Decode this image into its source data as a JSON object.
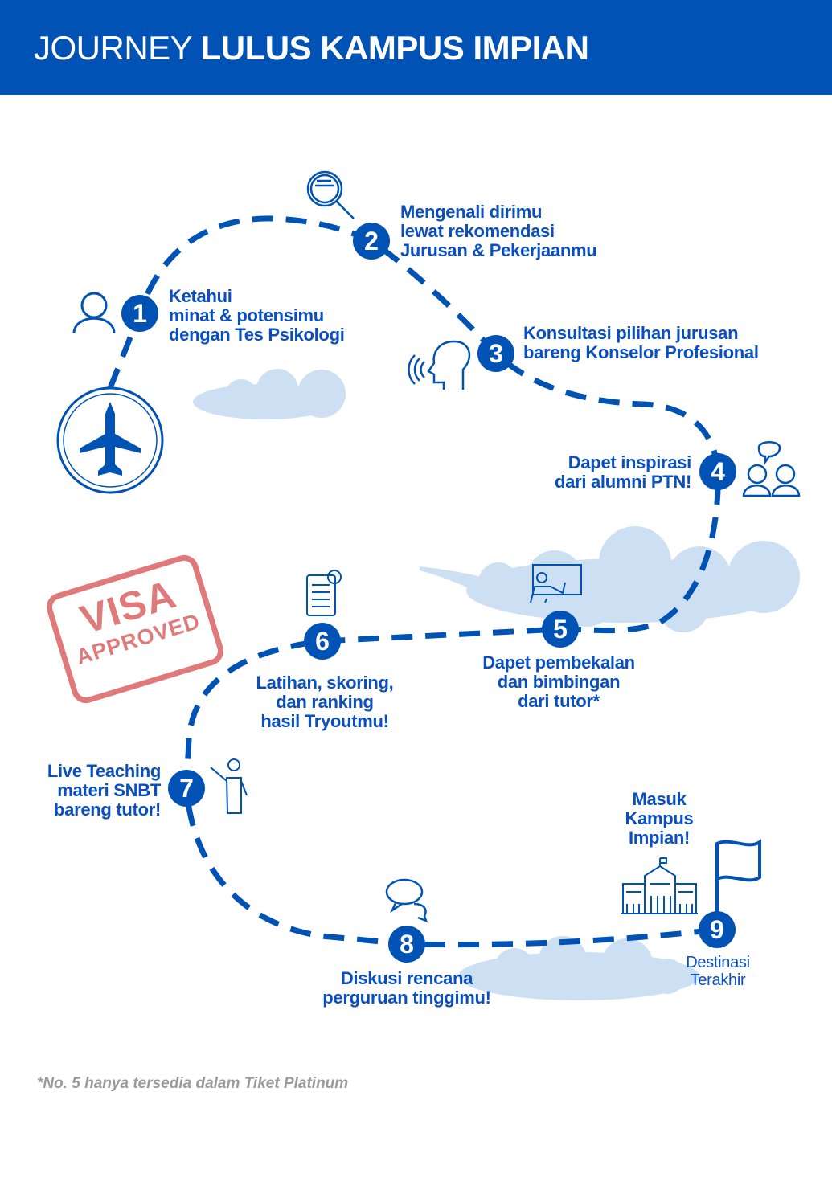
{
  "header": {
    "title_light": "JOURNEY",
    "title_bold": "LULUS KAMPUS IMPIAN"
  },
  "colors": {
    "primary": "#0052b4",
    "cloud": "#cde0f3",
    "stamp": "#e07a7a",
    "footnote": "#9a9a9a"
  },
  "stamp": {
    "line1": "VISA",
    "line2": "APPROVED"
  },
  "steps": [
    {
      "number": "1",
      "icon": "person-icon",
      "lines": [
        "Ketahui",
        "minat & potensimu",
        "dengan Tes Psikologi"
      ]
    },
    {
      "number": "2",
      "icon": "magnifier-icon",
      "lines": [
        "Mengenali dirimu",
        "lewat rekomendasi",
        "Jurusan & Pekerjaanmu"
      ]
    },
    {
      "number": "3",
      "icon": "speaking-head-icon",
      "lines": [
        "Konsultasi pilihan jurusan",
        "bareng Konselor Profesional"
      ]
    },
    {
      "number": "4",
      "icon": "alumni-chat-icon",
      "lines": [
        "Dapet inspirasi",
        "dari alumni PTN!"
      ]
    },
    {
      "number": "5",
      "icon": "teacher-board-icon",
      "lines": [
        "Dapet pembekalan",
        "dan bimbingan",
        "dari tutor*"
      ]
    },
    {
      "number": "6",
      "icon": "checklist-icon",
      "lines": [
        "Latihan, skoring,",
        "dan ranking",
        "hasil Tryoutmu!"
      ]
    },
    {
      "number": "7",
      "icon": "presenter-icon",
      "lines": [
        "Live Teaching",
        "materi SNBT",
        "bareng tutor!"
      ]
    },
    {
      "number": "8",
      "icon": "chat-bubbles-icon",
      "lines": [
        "Diskusi rencana",
        "perguruan tinggimu!"
      ]
    },
    {
      "number": "9",
      "icon": "flag-icon",
      "lines": [
        "Destinasi",
        "Terakhir"
      ]
    }
  ],
  "destination": {
    "icon": "university-building-icon",
    "lines": [
      "Masuk",
      "Kampus",
      "Impian!"
    ]
  },
  "footnote": "*No. 5 hanya tersedia dalam Tiket Platinum"
}
